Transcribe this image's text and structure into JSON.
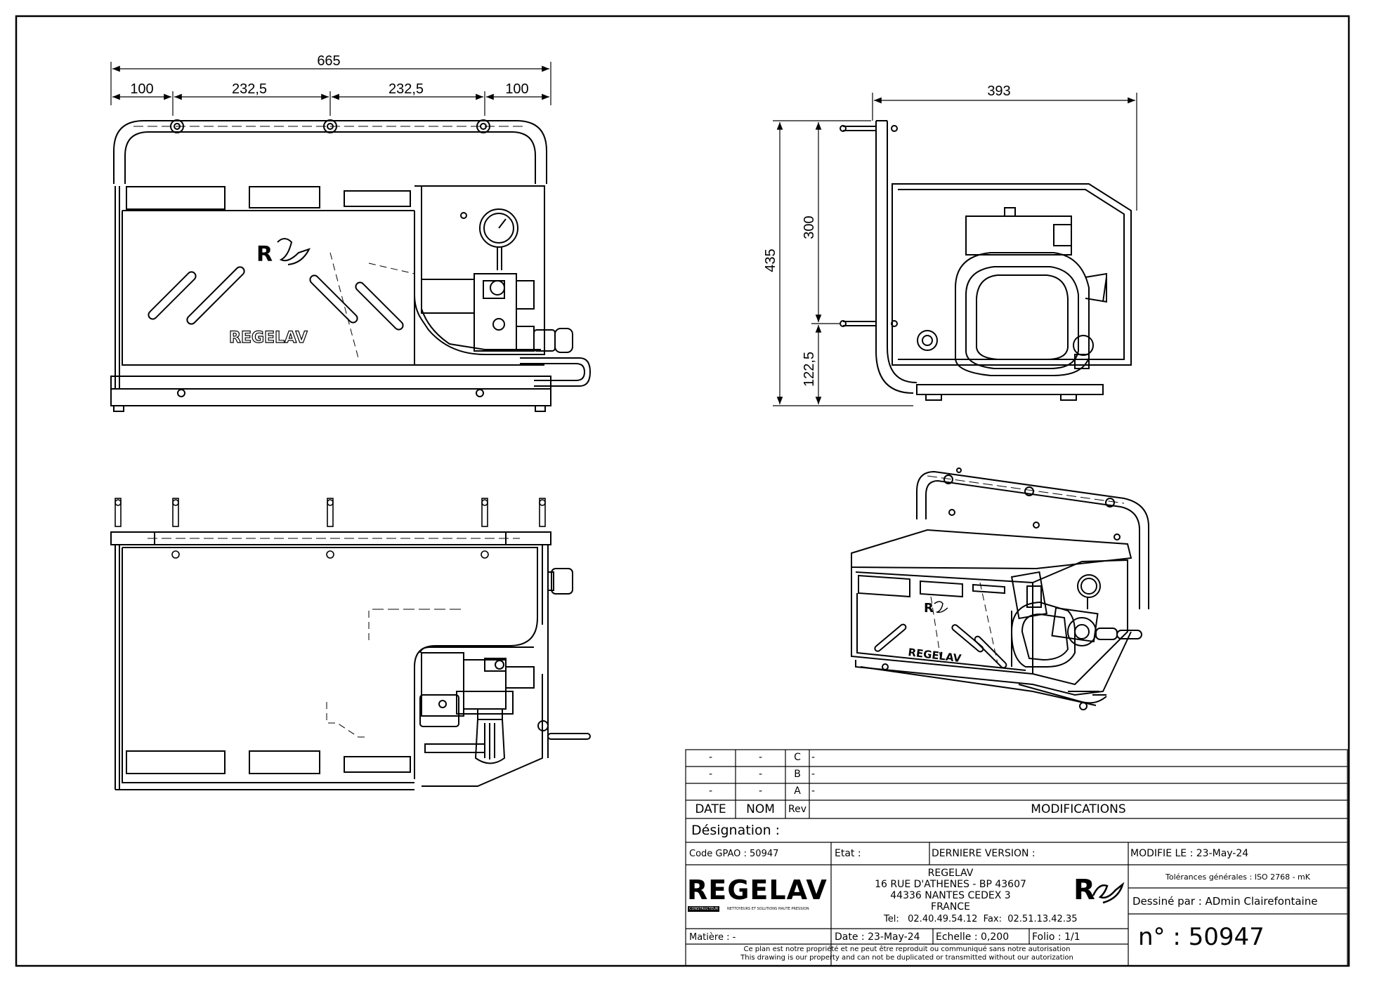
{
  "dimensions": {
    "front_overall": "665",
    "front_seg1": "100",
    "front_seg2": "232,5",
    "front_seg3": "232,5",
    "front_seg4": "100",
    "side_width": "393",
    "side_total_height": "435",
    "side_upper_height": "300",
    "side_lower_height": "122,5"
  },
  "brand": {
    "logo_text": "REGELAV",
    "logo_mark": "R",
    "front_panel_text": "REGELAV",
    "iso_panel_text": "REGELAV"
  },
  "revisions": {
    "rows": [
      {
        "date": "-",
        "nom": "-",
        "rev": "C",
        "mod": "-"
      },
      {
        "date": "-",
        "nom": "-",
        "rev": "B",
        "mod": "-"
      },
      {
        "date": "-",
        "nom": "-",
        "rev": "A",
        "mod": "-"
      }
    ],
    "header": {
      "date": "DATE",
      "nom": "NOM",
      "rev": "Rev",
      "mod": "MODIFICATIONS"
    }
  },
  "title_block": {
    "designation_label": "Désignation :",
    "code_gpao": "Code GPAO : 50947",
    "etat": "Etat :",
    "derniere_version": "DERNIERE VERSION :",
    "modifie_le": "MODIFIE LE : 23-May-24",
    "company_name": "REGELAV",
    "address_1": "16 RUE D'ATHENES - BP 43607",
    "address_2": "44336 NANTES CEDEX 3",
    "country": "FRANCE",
    "tel_label": "Tel:",
    "tel": "02.40.49.54.12",
    "fax_label": "Fax:",
    "fax": "02.51.13.42.35",
    "tolerances": "Tolérances générales : ISO 2768 - mK",
    "dessine_par": "Dessiné par : ADmin Clairefontaine",
    "logo_badge": "CONSTRUCTEUR",
    "logo_tagline": "NETTOYEURS ET SOLUTIONS HAUTE PRESSION",
    "matiere": "Matière : -",
    "date": "Date : 23-May-24",
    "echelle": "Echelle : 0,200",
    "folio": "Folio : 1/1",
    "numero": "n° : 50947",
    "footer_fr": "Ce plan est notre propriété et ne peut être reproduit ou communiqué sans notre autorisation",
    "footer_en": "This drawing is our property and can not be duplicated or transmitted without our autorization"
  }
}
